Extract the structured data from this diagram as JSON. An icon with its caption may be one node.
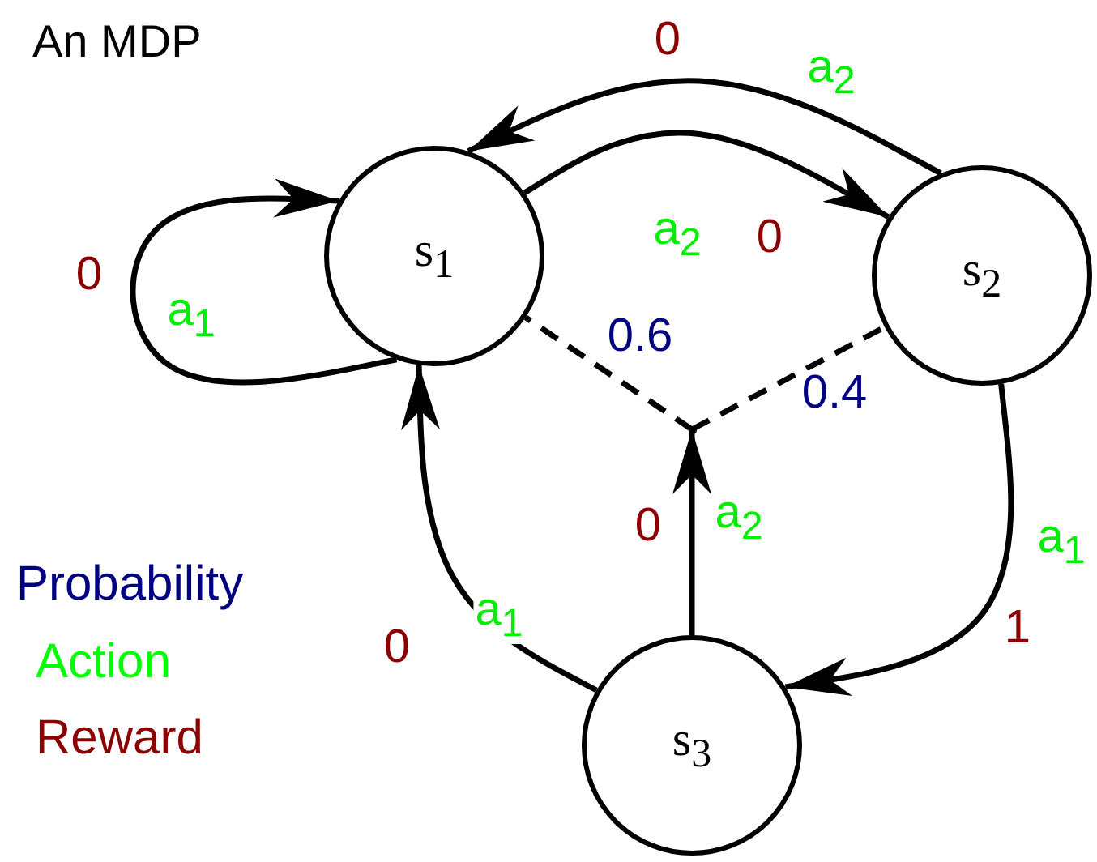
{
  "diagram": {
    "title": "An MDP",
    "nodes": [
      {
        "text": [
          "s$_{1}$"
        ]
      },
      {
        "text": [
          "s$_{2}$"
        ]
      },
      {
        "text": [],
        "shape": "point"
      },
      {
        "text": [
          "s$_{3}$"
        ]
      }
    ],
    "edges": [
      {
        "from": 1,
        "to": 0,
        "arrow": "to",
        "label": "a$_{2}$"
      },
      {
        "from": 0,
        "to": 1,
        "arrow": "to",
        "label": "a$_{2}$"
      },
      {
        "from": 0,
        "to": 0,
        "arrow": "to",
        "label": "a$_{1}$"
      },
      {
        "from": 3,
        "to": 2,
        "arrow": "to",
        "label": "a$_{2}$"
      },
      {
        "from": 2,
        "to": 0,
        "arrow": "none",
        "style": "dashed",
        "label": "0.6"
      },
      {
        "from": 2,
        "to": 1,
        "arrow": "none",
        "style": "dashed",
        "label": "0.4"
      },
      {
        "from": 3,
        "to": 0,
        "arrow": "to",
        "label": "a$_{1}$"
      },
      {
        "from": 1,
        "to": 3,
        "arrow": "to",
        "label": "a$_{1}$"
      }
    ],
    "labels": [
      "0",
      "0",
      "0",
      "0",
      "1",
      "0"
    ],
    "legend": [
      {
        "text": "Probability",
        "color": "#000080"
      },
      {
        "text": "Action",
        "color": "#00ff00"
      },
      {
        "text": "Reward",
        "color": "#8b0000"
      }
    ]
  }
}
